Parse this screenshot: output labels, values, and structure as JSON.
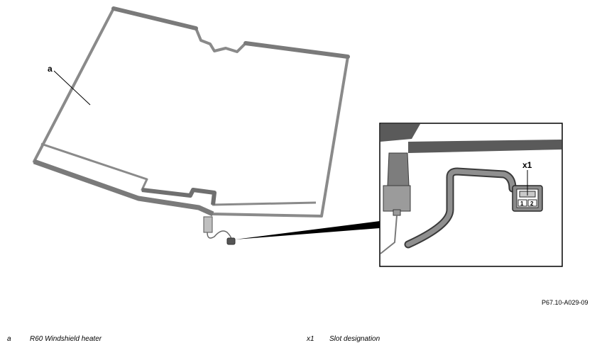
{
  "labels": {
    "a": "a",
    "x1": "x1",
    "pin1": "1",
    "pin2": "2"
  },
  "reference_code": "P67.10-A029-09",
  "legend": [
    {
      "key": "a",
      "text": "R60 Windshield heater"
    },
    {
      "key": "x1",
      "text": "Slot designation"
    }
  ]
}
